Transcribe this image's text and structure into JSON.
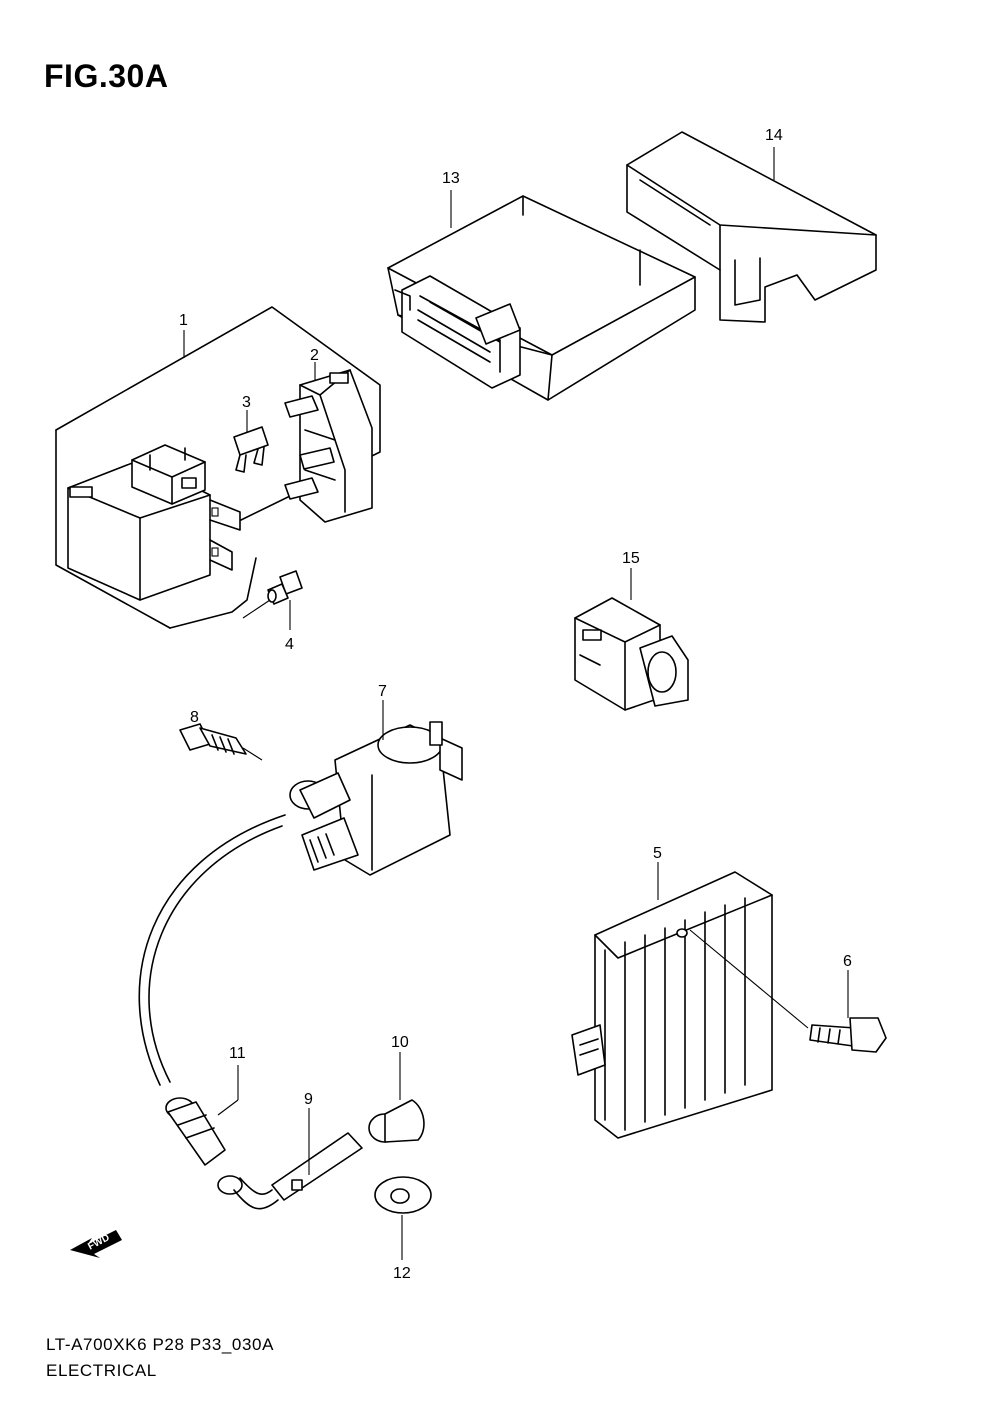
{
  "figure": {
    "title": "FIG.30A",
    "model_code": "LT-A700XK6 P28 P33_030A",
    "section": "ELECTRICAL",
    "direction_marker": "FWD"
  },
  "callouts": [
    "1",
    "2",
    "3",
    "4",
    "5",
    "6",
    "7",
    "8",
    "9",
    "10",
    "11",
    "12",
    "13",
    "14",
    "15"
  ]
}
